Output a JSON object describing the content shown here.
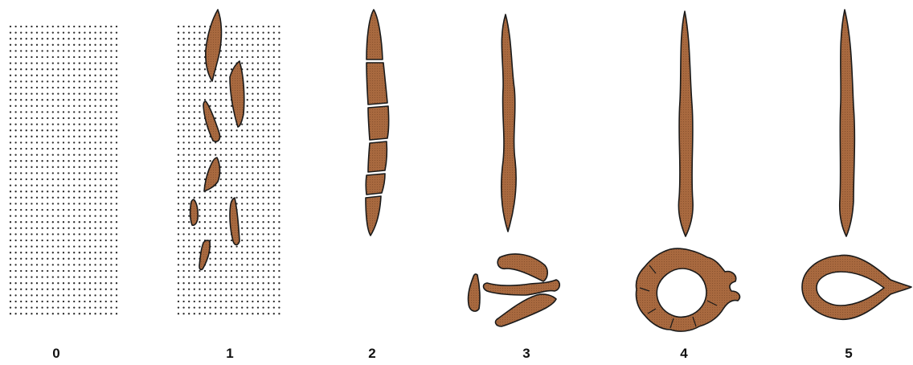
{
  "figure": {
    "stages": [
      {
        "id": "0",
        "label": "0"
      },
      {
        "id": "1",
        "label": "1"
      },
      {
        "id": "2",
        "label": "2"
      },
      {
        "id": "3",
        "label": "3"
      },
      {
        "id": "4",
        "label": "4"
      },
      {
        "id": "5",
        "label": "5"
      }
    ],
    "colors": {
      "fill": "#a8693f",
      "stroke": "#1a1a1a",
      "dots": "#2a2a2a",
      "background": "#ffffff"
    }
  }
}
